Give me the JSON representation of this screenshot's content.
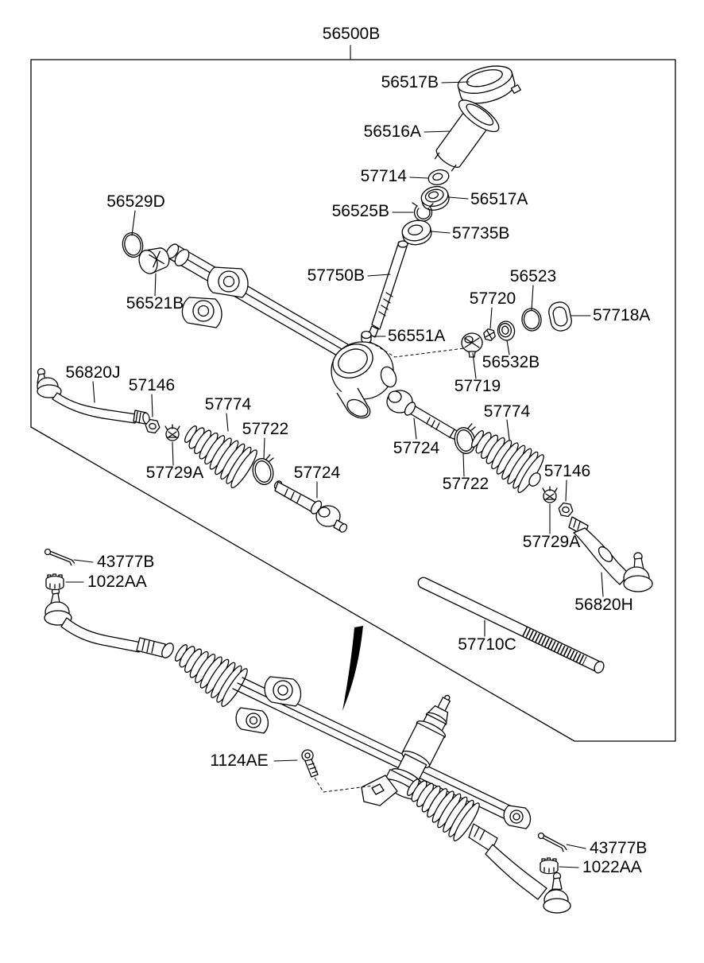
{
  "diagram": {
    "colors": {
      "line": "#000000",
      "background": "#ffffff"
    },
    "callouts": [
      {
        "id": "56500B",
        "part": "56500B"
      },
      {
        "id": "56517B",
        "part": "56517B"
      },
      {
        "id": "56516A",
        "part": "56516A"
      },
      {
        "id": "57714",
        "part": "57714"
      },
      {
        "id": "56517A",
        "part": "56517A"
      },
      {
        "id": "56525B",
        "part": "56525B"
      },
      {
        "id": "57735B",
        "part": "57735B"
      },
      {
        "id": "56529D",
        "part": "56529D"
      },
      {
        "id": "57750B",
        "part": "57750B"
      },
      {
        "id": "56521B",
        "part": "56521B"
      },
      {
        "id": "56551A",
        "part": "56551A"
      },
      {
        "id": "56523",
        "part": "56523"
      },
      {
        "id": "57720",
        "part": "57720"
      },
      {
        "id": "57718A",
        "part": "57718A"
      },
      {
        "id": "56532B",
        "part": "56532B"
      },
      {
        "id": "57719",
        "part": "57719"
      },
      {
        "id": "56820J",
        "part": "56820J"
      },
      {
        "id": "57146-1",
        "part": "57146"
      },
      {
        "id": "57774-1",
        "part": "57774"
      },
      {
        "id": "57722-1",
        "part": "57722"
      },
      {
        "id": "57729A-1",
        "part": "57729A"
      },
      {
        "id": "57774-2",
        "part": "57774"
      },
      {
        "id": "57724-1",
        "part": "57724"
      },
      {
        "id": "57722-2",
        "part": "57722"
      },
      {
        "id": "57724-2",
        "part": "57724"
      },
      {
        "id": "57146-2",
        "part": "57146"
      },
      {
        "id": "57729A-2",
        "part": "57729A"
      },
      {
        "id": "56820H",
        "part": "56820H"
      },
      {
        "id": "43777B-1",
        "part": "43777B"
      },
      {
        "id": "1022AA-1",
        "part": "1022AA"
      },
      {
        "id": "57710C",
        "part": "57710C"
      },
      {
        "id": "1124AE",
        "part": "1124AE"
      },
      {
        "id": "43777B-2",
        "part": "43777B"
      },
      {
        "id": "1022AA-2",
        "part": "1022AA"
      }
    ]
  }
}
